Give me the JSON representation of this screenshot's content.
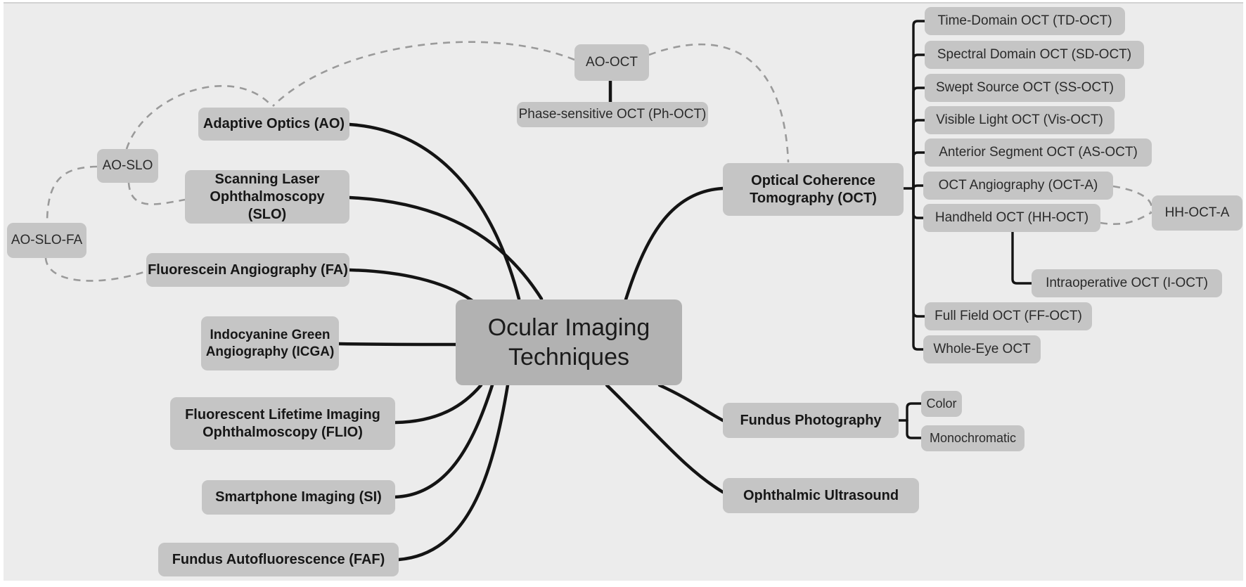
{
  "diagram": {
    "type": "mindmap",
    "root": {
      "label": "Ocular Imaging Techniques"
    },
    "nodes": {
      "ao": {
        "label": "Adaptive Optics (AO)"
      },
      "slo": {
        "label": "Scanning Laser Ophthalmoscopy (SLO)"
      },
      "fa": {
        "label": "Fluorescein Angiography (FA)"
      },
      "icga": {
        "label": "Indocyanine Green Angiography (ICGA)"
      },
      "flio": {
        "label": "Fluorescent Lifetime Imaging Ophthalmoscopy (FLIO)"
      },
      "si": {
        "label": "Smartphone Imaging (SI)"
      },
      "faf": {
        "label": "Fundus Autofluorescence (FAF)"
      },
      "ao_slo": {
        "label": "AO-SLO"
      },
      "ao_slo_fa": {
        "label": "AO-SLO-FA"
      },
      "ao_oct": {
        "label": "AO-OCT"
      },
      "ph_oct": {
        "label": "Phase-sensitive OCT (Ph-OCT)"
      },
      "oct": {
        "label": "Optical Coherence Tomography (OCT)"
      },
      "td_oct": {
        "label": "Time-Domain OCT (TD-OCT)"
      },
      "sd_oct": {
        "label": "Spectral Domain OCT (SD-OCT)"
      },
      "ss_oct": {
        "label": "Swept Source OCT (SS-OCT)"
      },
      "vis_oct": {
        "label": "Visible Light OCT (Vis-OCT)"
      },
      "as_oct": {
        "label": "Anterior Segment OCT (AS-OCT)"
      },
      "oct_a": {
        "label": "OCT Angiography (OCT-A)"
      },
      "hh_oct": {
        "label": "Handheld OCT (HH-OCT)"
      },
      "hh_oct_a": {
        "label": "HH-OCT-A"
      },
      "i_oct": {
        "label": "Intraoperative OCT (I-OCT)"
      },
      "ff_oct": {
        "label": "Full Field OCT (FF-OCT)"
      },
      "we_oct": {
        "label": "Whole-Eye OCT"
      },
      "fundus": {
        "label": "Fundus Photography"
      },
      "color": {
        "label": "Color"
      },
      "mono": {
        "label": "Monochromatic"
      },
      "ultra": {
        "label": "Ophthalmic Ultrasound"
      }
    },
    "edges": [
      {
        "from": "root",
        "to": "ao",
        "style": "solid"
      },
      {
        "from": "root",
        "to": "slo",
        "style": "solid"
      },
      {
        "from": "root",
        "to": "fa",
        "style": "solid"
      },
      {
        "from": "root",
        "to": "icga",
        "style": "solid"
      },
      {
        "from": "root",
        "to": "flio",
        "style": "solid"
      },
      {
        "from": "root",
        "to": "si",
        "style": "solid"
      },
      {
        "from": "root",
        "to": "faf",
        "style": "solid"
      },
      {
        "from": "root",
        "to": "oct",
        "style": "solid"
      },
      {
        "from": "root",
        "to": "fundus",
        "style": "solid"
      },
      {
        "from": "root",
        "to": "ultra",
        "style": "solid"
      },
      {
        "from": "ao_oct",
        "to": "ph_oct",
        "style": "solid"
      },
      {
        "from": "oct",
        "to": "td_oct",
        "style": "solid"
      },
      {
        "from": "oct",
        "to": "sd_oct",
        "style": "solid"
      },
      {
        "from": "oct",
        "to": "ss_oct",
        "style": "solid"
      },
      {
        "from": "oct",
        "to": "vis_oct",
        "style": "solid"
      },
      {
        "from": "oct",
        "to": "as_oct",
        "style": "solid"
      },
      {
        "from": "oct",
        "to": "oct_a",
        "style": "solid"
      },
      {
        "from": "oct",
        "to": "hh_oct",
        "style": "solid"
      },
      {
        "from": "hh_oct",
        "to": "i_oct",
        "style": "solid"
      },
      {
        "from": "oct",
        "to": "ff_oct",
        "style": "solid"
      },
      {
        "from": "oct",
        "to": "we_oct",
        "style": "solid"
      },
      {
        "from": "fundus",
        "to": "color",
        "style": "solid"
      },
      {
        "from": "fundus",
        "to": "mono",
        "style": "solid"
      },
      {
        "from": "ao_oct",
        "to": "ao",
        "style": "dashed"
      },
      {
        "from": "ao_slo",
        "to": "ao",
        "style": "dashed"
      },
      {
        "from": "ao_oct",
        "to": "oct",
        "style": "dashed"
      },
      {
        "from": "ao_slo",
        "to": "slo",
        "style": "dashed"
      },
      {
        "from": "ao_slo",
        "to": "ao_slo_fa",
        "style": "dashed"
      },
      {
        "from": "ao_slo_fa",
        "to": "fa",
        "style": "dashed"
      },
      {
        "from": "oct_a",
        "to": "hh_oct_a",
        "style": "dashed"
      },
      {
        "from": "hh_oct",
        "to": "hh_oct_a",
        "style": "dashed"
      }
    ],
    "colors": {
      "background": "#ececec",
      "node_fill": "#c5c5c5",
      "root_fill": "#b2b2b2",
      "text": "#1b1b1b",
      "solid_edge": "#141414",
      "dashed_edge": "#9a9a9a"
    }
  }
}
